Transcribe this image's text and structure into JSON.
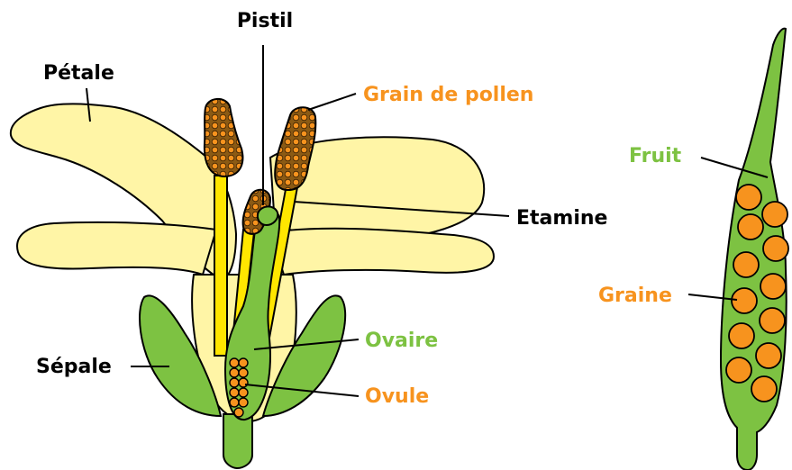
{
  "labels": {
    "pistil": "Pistil",
    "petale": "Pétale",
    "grain_de_pollen": "Grain de pollen",
    "etamine": "Etamine",
    "sepale": "Sépale",
    "ovaire": "Ovaire",
    "ovule": "Ovule",
    "fruit": "Fruit",
    "graine": "Graine"
  },
  "colors": {
    "petal": "#fff5a6",
    "green": "#7dc242",
    "stamen": "#ffe600",
    "pollen": "#f7931e",
    "anther": "#8b5a14",
    "black_label": "#000000",
    "orange_label": "#f7931e",
    "green_label": "#7dc242"
  }
}
